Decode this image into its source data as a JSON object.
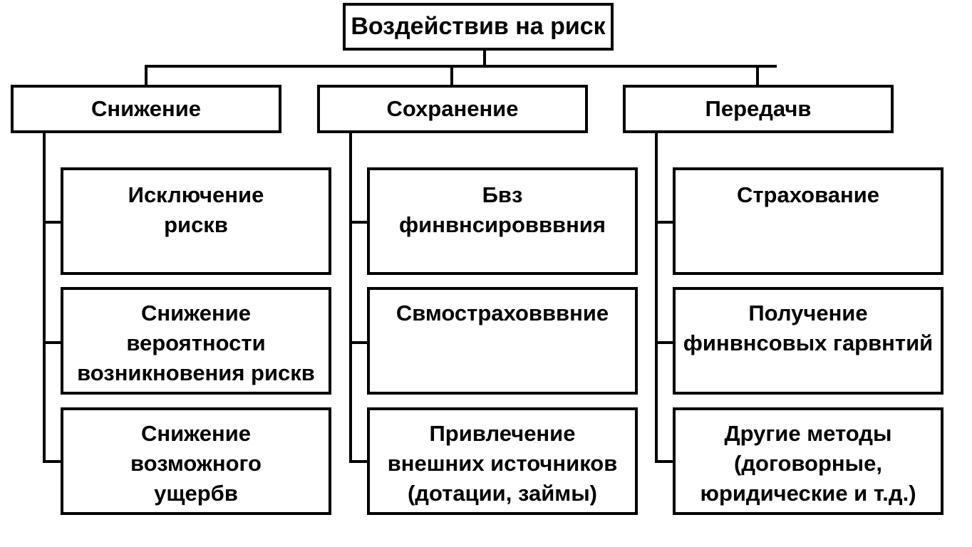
{
  "root": {
    "label": "Воздействив на риск"
  },
  "categories": [
    {
      "label": "Снижение",
      "items": [
        {
          "label": "Исключение\nрискв"
        },
        {
          "label": "Снижение\nвероятности\nвозникновения рискв"
        },
        {
          "label": "Снижение\nвозможного\nущербв"
        }
      ]
    },
    {
      "label": "Сохранение",
      "items": [
        {
          "label": "Бвз\nфинвнсировввния"
        },
        {
          "label": "Свмостраховввние"
        },
        {
          "label": "Привлечение\nвнешних источников\n(дотации, займы)"
        }
      ]
    },
    {
      "label": "Передачв",
      "items": [
        {
          "label": "Страхование"
        },
        {
          "label": "Получение\nфинвнсовых гарвнтий"
        },
        {
          "label": "Другие методы\n(договорные,\nюридические и т.д.)"
        }
      ]
    }
  ]
}
